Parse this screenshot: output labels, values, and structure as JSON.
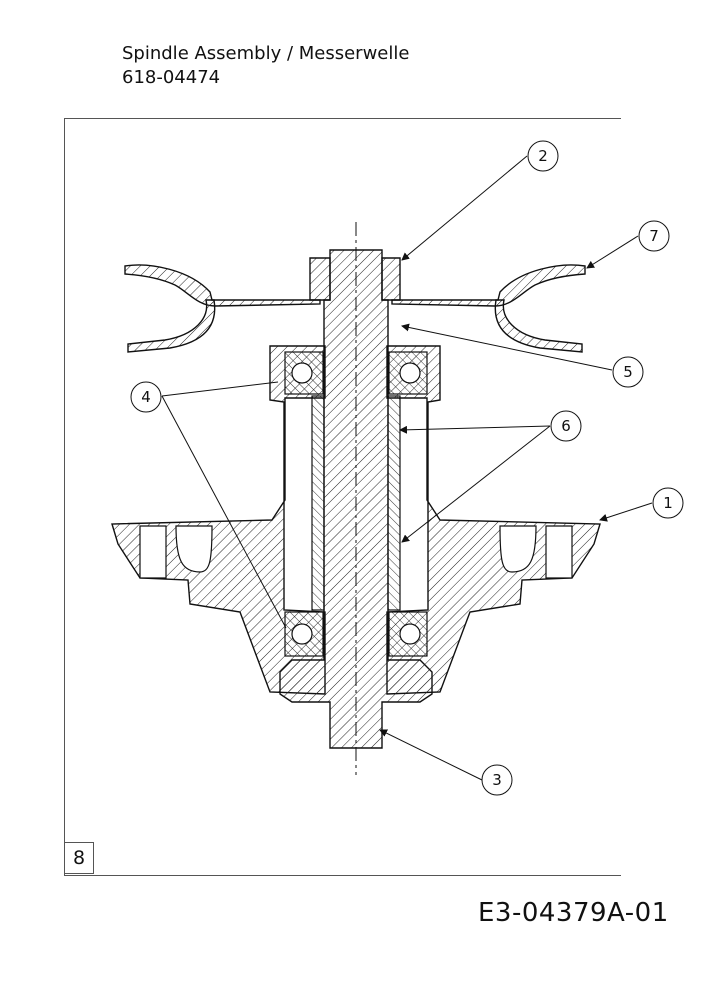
{
  "header": {
    "title": "Spindle Assembly / Messerwelle",
    "part_number": "618-04474"
  },
  "page_number": "8",
  "document_number": "E3-04379A-01",
  "callouts": [
    "1",
    "2",
    "3",
    "4",
    "5",
    "6",
    "7"
  ]
}
